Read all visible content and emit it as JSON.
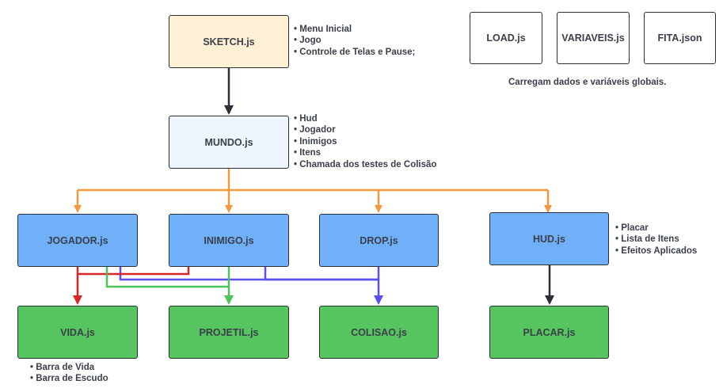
{
  "colors": {
    "sketch_fill": "#fdf0d5",
    "mundo_fill": "#eef5fd",
    "blue_fill": "#70b0f8",
    "green_fill": "#56c45f",
    "global_fill": "#ffffff",
    "border": "#2b2f36",
    "orange": "#f3993d",
    "red": "#d9242a",
    "green_line": "#4ec458",
    "purple": "#5a4ff0",
    "dark": "#2b2f36"
  },
  "nodes": {
    "sketch": "SKETCH.js",
    "mundo": "MUNDO.js",
    "jogador": "JOGADOR.js",
    "inimigo": "INIMIGO.js",
    "drop": "DROP.js",
    "hud": "HUD.js",
    "vida": "VIDA.js",
    "projetil": "PROJETIL.js",
    "colisao": "COLISAO.js",
    "placar": "PLACAR.js",
    "load": "LOAD.js",
    "variaveis": "VARIAVEIS.js",
    "fita": "FITA.json"
  },
  "notes": {
    "sketch": [
      "Menu Inicial",
      "Jogo",
      "Controle de Telas e Pause;"
    ],
    "mundo": [
      "Hud",
      "Jogador",
      "Inimigos",
      "Itens",
      "Chamada dos testes de Colisão"
    ],
    "hud": [
      "Placar",
      "Lista de Itens",
      "Efeitos Aplicados"
    ],
    "vida": [
      "Barra de Vida",
      "Barra de Escudo"
    ]
  },
  "global_caption": "Carregam dados e variáveis globais."
}
